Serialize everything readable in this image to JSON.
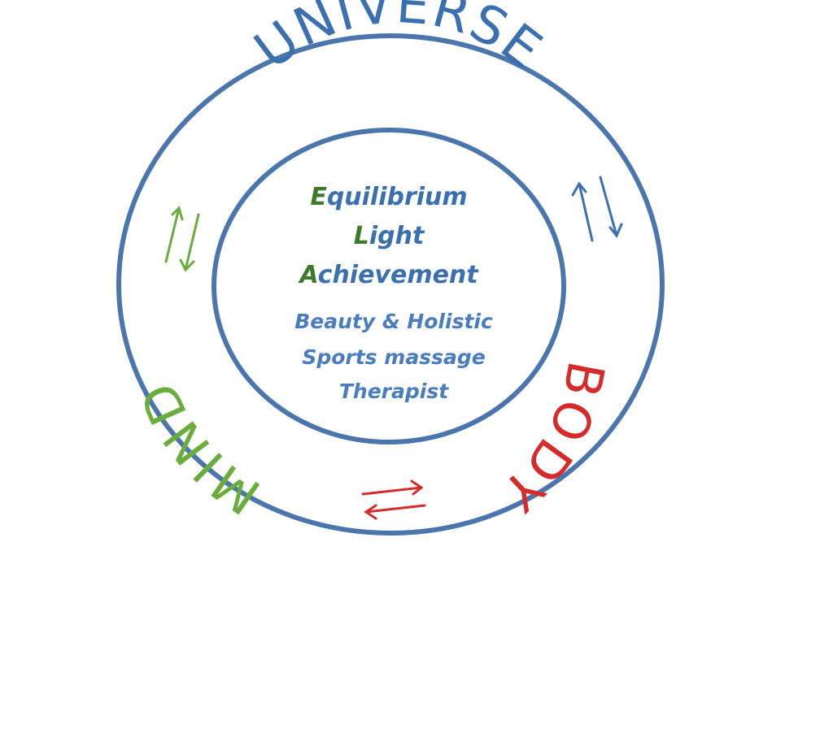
{
  "logo": {
    "ring_words": {
      "universe": "UNIVERSE",
      "body": "BODY",
      "mind": "MIND"
    },
    "center": {
      "acronym_lines": [
        {
          "initial": "E",
          "rest": "quilibrium"
        },
        {
          "initial": "L",
          "rest": "ight"
        },
        {
          "initial": "A",
          "rest": "chievement"
        }
      ],
      "description_lines": [
        "Beauty & Holistic",
        "Sports massage",
        "Therapist"
      ]
    },
    "icons": {
      "arrows_top_right": "exchange-arrows-icon",
      "arrows_left": "exchange-arrows-icon",
      "arrows_bottom": "exchange-arrows-icon"
    },
    "colors": {
      "blue": "#3a6fb0",
      "ring_blue": "#4a76ad",
      "green": "#6aad3c",
      "dark_green": "#3e7a2a",
      "red": "#d52b2b",
      "text_blue": "#4a7cc0"
    }
  }
}
